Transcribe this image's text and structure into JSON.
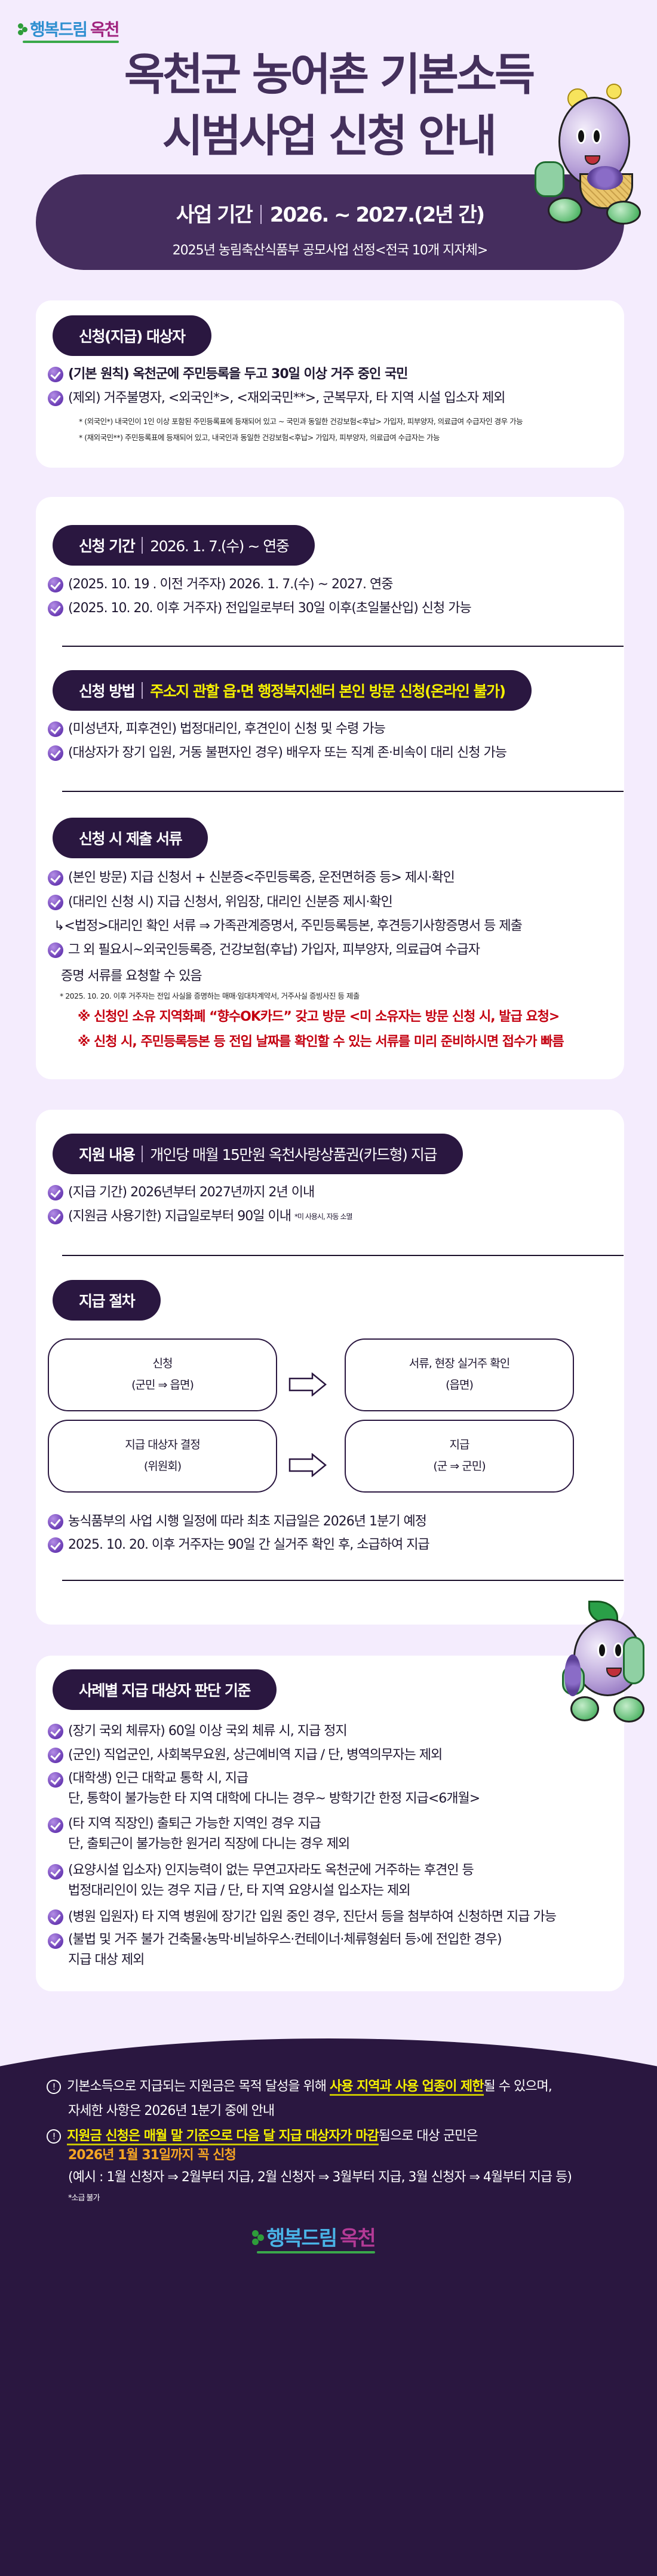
{
  "header": {
    "logo": {
      "part1": "행복드림",
      "part2": "옥천"
    },
    "title_line1": "옥천군 농어촌 기본소득",
    "title_line2": "시범사업 신청 안내",
    "period_label": "사업 기간",
    "period_value": "2026. ~ 2027.(2년 간)",
    "subtitle": "2025년 농림축산식품부 공모사업 선정<전국 10개 지자체>"
  },
  "eligibility": {
    "title": "신청(지급) 대상자",
    "items": [
      "(기본 원칙) 옥천군에 주민등록을 두고 30일 이상 거주 중인 국민",
      "(제외) 거주불명자, <외국인*>, <재외국민**>, 군복무자, 타 지역 시설 입소자 제외"
    ],
    "notes": [
      "* (외국인*) 내국인이 1인 이상 포함된 주민등록표에 등재되어 있고 ~ 국민과 동일한 건강보험<후납> 가입자, 피부양자, 의료급여 수급자인 경우 가능",
      "* (재외국민**) 주민등록표에 등재되어 있고, 내국인과 동일한 건강보험<후납> 가입자, 피부양자, 의료급여 수급자는 가능"
    ]
  },
  "application_period": {
    "label": "신청 기간",
    "value": "2026. 1. 7.(수) ~ 연중",
    "items": [
      "(2025. 10. 19 . 이전 거주자) 2026. 1. 7.(수) ~ 2027. 연중",
      "(2025. 10. 20. 이후 거주자) 전입일로부터 30일 이후(초일불산입) 신청 가능"
    ]
  },
  "application_method": {
    "label": "신청 방법",
    "value": "주소지 관할 읍·면 행정복지센터 본인 방문 신청(온라인 불가)",
    "items": [
      "(미성년자, 피후견인) 법정대리인, 후견인이 신청 및 수령 가능",
      "(대상자가 장기 입원, 거동 불편자인 경우) 배우자 또는 직계 존·비속이 대리 신청 가능"
    ]
  },
  "documents": {
    "title": "신청 시 제출 서류",
    "items": [
      "(본인 방문) 지급 신청서 + 신분증<주민등록증, 운전면허증 등> 제시·확인",
      "(대리인 신청 시) 지급 신청서, 위임장, 대리인 신분증 제시·확인",
      "그 외 필요시~외국인등록증, 건강보험(후납) 가입자, 피부양자, 의료급여 수급자"
    ],
    "sub_proxy": "↳<법정>대리인 확인 서류 ⇒ 가족관계증명서, 주민등록등본, 후견등기사항증명서 등 제출",
    "sub_other": "증명 서류를 요청할 수 있음",
    "note": "* 2025. 10. 20. 이후 거주자는 전입 사실을 증명하는 매매·임대차계약서, 거주사실 증빙사진 등 제출",
    "warnings": [
      "※ 신청인 소유 지역화폐 “향수OK카드” 갖고 방문 <미 소유자는 방문 신청 시, 발급 요청>",
      "※ 신청 시, 주민등록등본 등 전입 날짜를 확인할 수 있는 서류를 미리 준비하시면 접수가 빠름"
    ]
  },
  "support": {
    "label": "지원 내용",
    "value": "개인당 매월 15만원 옥천사랑상품권(카드형) 지급",
    "items": [
      "(지급 기간) 2026년부터 2027년까지 2년 이내",
      "(지원금 사용기한) 지급일로부터 90일 이내"
    ],
    "item2_note": "*미 사용시, 자동 소멸"
  },
  "procedure": {
    "title": "지급 절차",
    "steps": [
      {
        "title": "신청",
        "detail": "(군민 ⇒ 읍면)"
      },
      {
        "title": "서류, 현장 실거주 확인",
        "detail": "(읍면)"
      },
      {
        "title": "지급 대상자 결정",
        "detail": "(위원회)"
      },
      {
        "title": "지급",
        "detail": "(군 ⇒ 군민)"
      }
    ],
    "items": [
      "농식품부의 사업 시행 일정에 따라 최초 지급일은 2026년 1분기 예정",
      "2025. 10. 20. 이후 거주자는 90일 간 실거주 확인 후, 소급하여 지급"
    ]
  },
  "cases": {
    "title": "사례별 지급 대상자 판단 기준",
    "items": [
      {
        "line1": "(장기 국외 체류자) 60일 이상 국외 체류 시, 지급 정지",
        "line2": ""
      },
      {
        "line1": "(군인) 직업군인, 사회복무요원, 상근예비역 지급 / 단, 병역의무자는 제외",
        "line2": ""
      },
      {
        "line1": "(대학생) 인근 대학교 통학 시, 지급",
        "line2": "단, 통학이 불가능한 타 지역 대학에 다니는 경우~ 방학기간 한정 지급<6개월>"
      },
      {
        "line1": "(타 지역 직장인) 출퇴근 가능한 지역인 경우 지급",
        "line2": "단, 출퇴근이 불가능한 원거리 직장에 다니는 경우 제외"
      },
      {
        "line1": "(요양시설 입소자) 인지능력이 없는 무연고자라도 옥천군에 거주하는 후견인 등",
        "line2": "법정대리인이 있는 경우 지급 / 단, 타 지역 요양시설 입소자는 제외"
      },
      {
        "line1": "(병원 입원자) 타 지역 병원에 장기간 입원 중인 경우, 진단서 등을 첨부하여 신청하면 지급 가능",
        "line2": ""
      },
      {
        "line1": "(불법 및 거주 불가 건축물‹농막·비닐하우스·컨테이너·체류형쉼터 등›에 전입한 경우)",
        "line2": "지급 대상 제외"
      }
    ]
  },
  "footer": {
    "note1_pre": "기본소득으로 지급되는 지원금은 목적 달성을 위해 ",
    "note1_hl": "사용 지역과 사용 업종이 제한",
    "note1_post": "될 수 있으며,",
    "note1_line2": "자세한 사항은 2026년 1분기 중에 안내",
    "note2_hl": "지원금 신청은 매월 말 기준으로 다음 달 지급 대상자가 마감",
    "note2_post": "됨으로 대상 군민은",
    "note2_deadline": "2026년 1월 31일까지 꼭 신청",
    "note2_example": "(예시 : 1월 신청자 ⇒ 2월부터 지급, 2월 신청자 ⇒ 3월부터 지급, 3월 신청자 ⇒ 4월부터 지급 등)",
    "note2_small": "*소급 불가",
    "bang": "!",
    "logo": {
      "part1": "행복드림",
      "part2": "옥천"
    }
  },
  "colors": {
    "background": "#f4ecfd",
    "primary_dark": "#2a1740",
    "band": "#452d5e",
    "highlight_yellow": "#f5f000",
    "warning_red": "#c40010",
    "deadline_orange": "#f6a623",
    "check_purple": "#6a3cb4"
  }
}
